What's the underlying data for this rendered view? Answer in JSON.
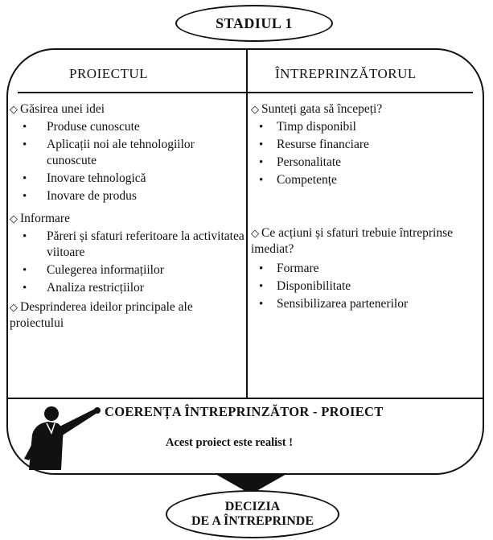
{
  "stage_title": "STADIUL 1",
  "columns": {
    "left_title": "PROIECTUL",
    "right_title": "ÎNTREPRINZĂTORUL"
  },
  "left": {
    "section1": {
      "title": "Găsirea unei idei",
      "items": [
        "Produse cunoscute",
        "Aplicații noi ale tehnologiilor cunoscute",
        "Inovare tehnologică",
        "Inovare de produs"
      ]
    },
    "section2": {
      "title": "Informare",
      "items": [
        "Păreri și sfaturi referitoare la activitatea viitoare",
        "Culegerea informațiilor",
        "Analiza restricțiilor"
      ]
    },
    "section3": {
      "title": "Desprinderea ideilor principale ale proiectului"
    }
  },
  "right": {
    "section1": {
      "title": "Sunteți gata să începeți?",
      "items": [
        "Timp disponibil",
        "Resurse financiare",
        "Personalitate",
        "Competențe"
      ]
    },
    "section2": {
      "title": "Ce acțiuni și sfaturi trebuie întreprinse imediat?",
      "items": [
        "Formare",
        "Disponibilitate",
        "Sensibilizarea partenerilor"
      ]
    }
  },
  "coherence": {
    "title": "COERENȚA ÎNTREPRINZĂTOR - PROIECT",
    "subtitle": "Acest proiect este realist !"
  },
  "decision": {
    "line1": "DECIZIA",
    "line2": "DE A ÎNTREPRINDE"
  },
  "icons": {
    "presenter": "presenter-pointing-icon",
    "arrow": "arrow-down-icon",
    "diamond": "diamond-icon",
    "bullet": "bullet-icon"
  }
}
